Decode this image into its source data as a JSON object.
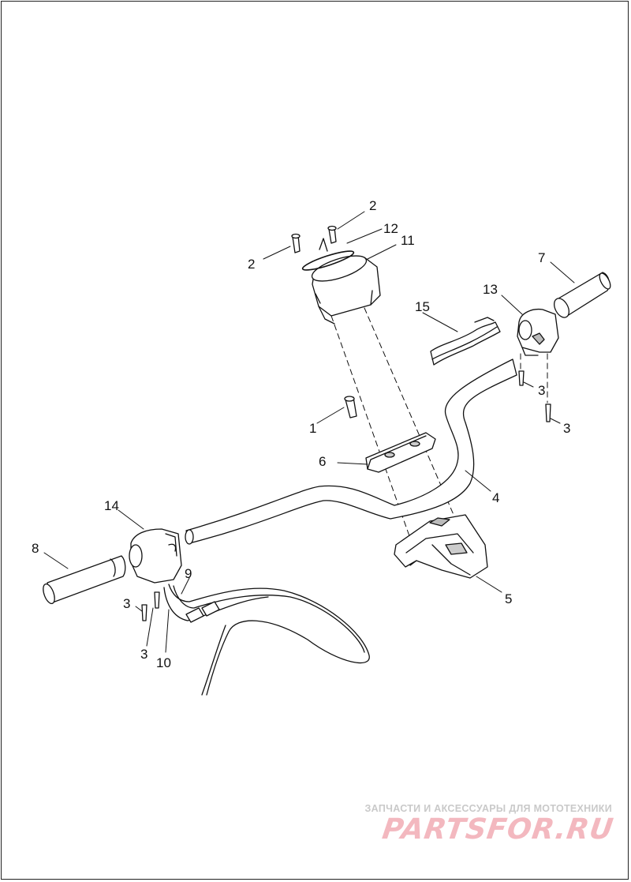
{
  "callouts": [
    {
      "id": "c1",
      "text": "1"
    },
    {
      "id": "c2a",
      "text": "2"
    },
    {
      "id": "c2b",
      "text": "2"
    },
    {
      "id": "c3a",
      "text": "3"
    },
    {
      "id": "c3b",
      "text": "3"
    },
    {
      "id": "c3c",
      "text": "3"
    },
    {
      "id": "c3d",
      "text": "3"
    },
    {
      "id": "c4",
      "text": "4"
    },
    {
      "id": "c5",
      "text": "5"
    },
    {
      "id": "c6",
      "text": "6"
    },
    {
      "id": "c7",
      "text": "7"
    },
    {
      "id": "c8",
      "text": "8"
    },
    {
      "id": "c9",
      "text": "9"
    },
    {
      "id": "c10",
      "text": "10"
    },
    {
      "id": "c11",
      "text": "11"
    },
    {
      "id": "c12",
      "text": "12"
    },
    {
      "id": "c13",
      "text": "13"
    },
    {
      "id": "c14",
      "text": "14"
    },
    {
      "id": "c15",
      "text": "15"
    }
  ],
  "watermark": {
    "tagline": "ЗАПЧАСТИ И АКСЕССУАРЫ ДЛЯ МОТОТЕХНИКИ",
    "logo": "PARTSFOR.RU"
  },
  "colors": {
    "line": "#111111",
    "part_fill": "#ffffff",
    "shade": "#9a9a9a",
    "watermark_logo": "#f3b8bf",
    "watermark_text": "#c9c9c9"
  }
}
